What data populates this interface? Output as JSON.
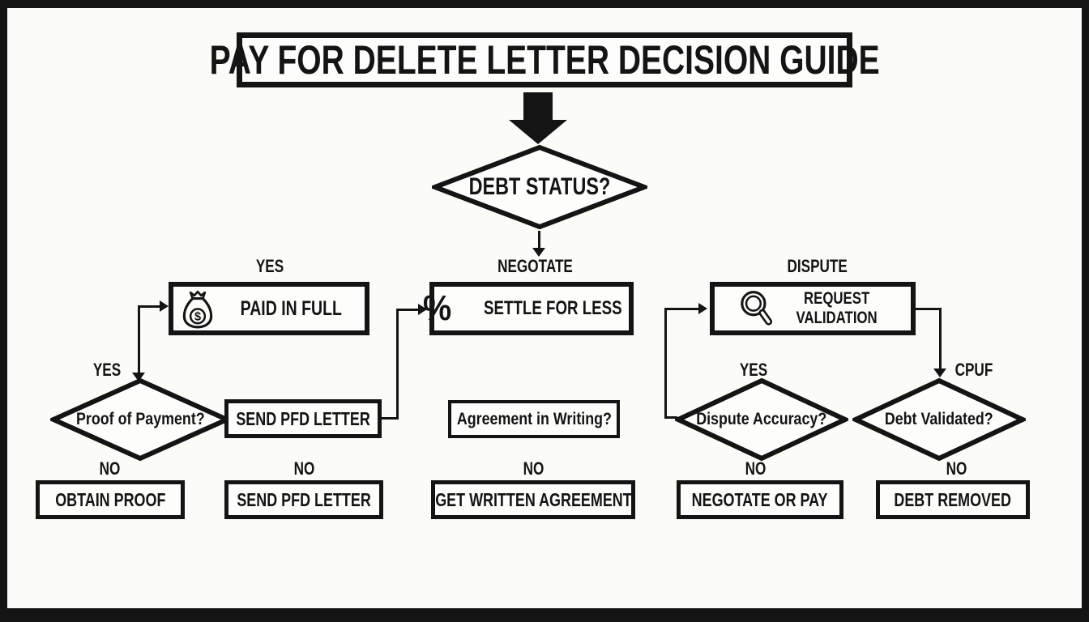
{
  "title": "PAY FOR DELETE LETTER DECISION GUIDE",
  "colors": {
    "ink": "#141414",
    "paper": "#fbfbf8"
  },
  "icons": {
    "percent_glyph": "%",
    "dollar_glyph": "$"
  },
  "flow": {
    "root_question": "DEBT STATUS?",
    "branch_labels": [
      "YES",
      "NEGOTATE",
      "DISPUTE"
    ],
    "boxes": {
      "paid_in_full": "PAID IN FULL",
      "settle_for_less": "SETTLE FOR LESS",
      "request_line1": "REQUEST",
      "request_line2": "VALIDATION"
    },
    "middle": {
      "yes_left": "YES",
      "proof_of_payment": "Proof of Payment?",
      "send_pfd_letter": "SEND PFD LETTER",
      "agreement_in_writing": "Agreement in Writing?",
      "yes_right": "YES",
      "dispute_accuracy": "Dispute Accuracy?",
      "cpuf": "CPUF",
      "debt_validated": "Debt Validated?"
    },
    "results": [
      {
        "connector": "NO",
        "label": "OBTAIN PROOF"
      },
      {
        "connector": "NO",
        "label": "SEND PFD LETTER"
      },
      {
        "connector": "NO",
        "label": "GET WRITTEN AGREEMENT"
      },
      {
        "connector": "NO",
        "label": "NEGOTATE OR PAY"
      },
      {
        "connector": "NO",
        "label": "DEBT REMOVED"
      }
    ]
  }
}
